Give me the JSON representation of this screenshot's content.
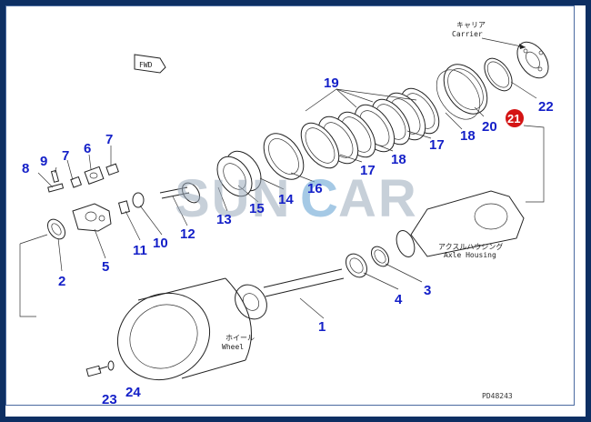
{
  "labels": {
    "carrier_jp": "キャリア",
    "carrier_en": "Carrier",
    "fwd": "FWD",
    "axle_jp": "アクスルハウジング",
    "axle_en": "Axle Housing",
    "wheel_jp": "ホイール",
    "wheel_en": "Wheel",
    "drawing_code": "PD48243"
  },
  "watermark": {
    "part1": "SUN",
    "part2": "C",
    "part3": "AR"
  },
  "callouts": {
    "c1": "1",
    "c2": "2",
    "c3": "3",
    "c4": "4",
    "c5": "5",
    "c6": "6",
    "c7a": "7",
    "c7b": "7",
    "c8": "8",
    "c9": "9",
    "c10": "10",
    "c11": "11",
    "c12": "12",
    "c13": "13",
    "c14": "14",
    "c15": "15",
    "c16": "16",
    "c17a": "17",
    "c17b": "17",
    "c18a": "18",
    "c18b": "18",
    "c19": "19",
    "c20": "20",
    "c21": "21",
    "c22": "22",
    "c23": "23",
    "c24": "24"
  },
  "colors": {
    "callout": "#1420c8",
    "highlight": "#d41414",
    "frame": "#0d2f63"
  }
}
